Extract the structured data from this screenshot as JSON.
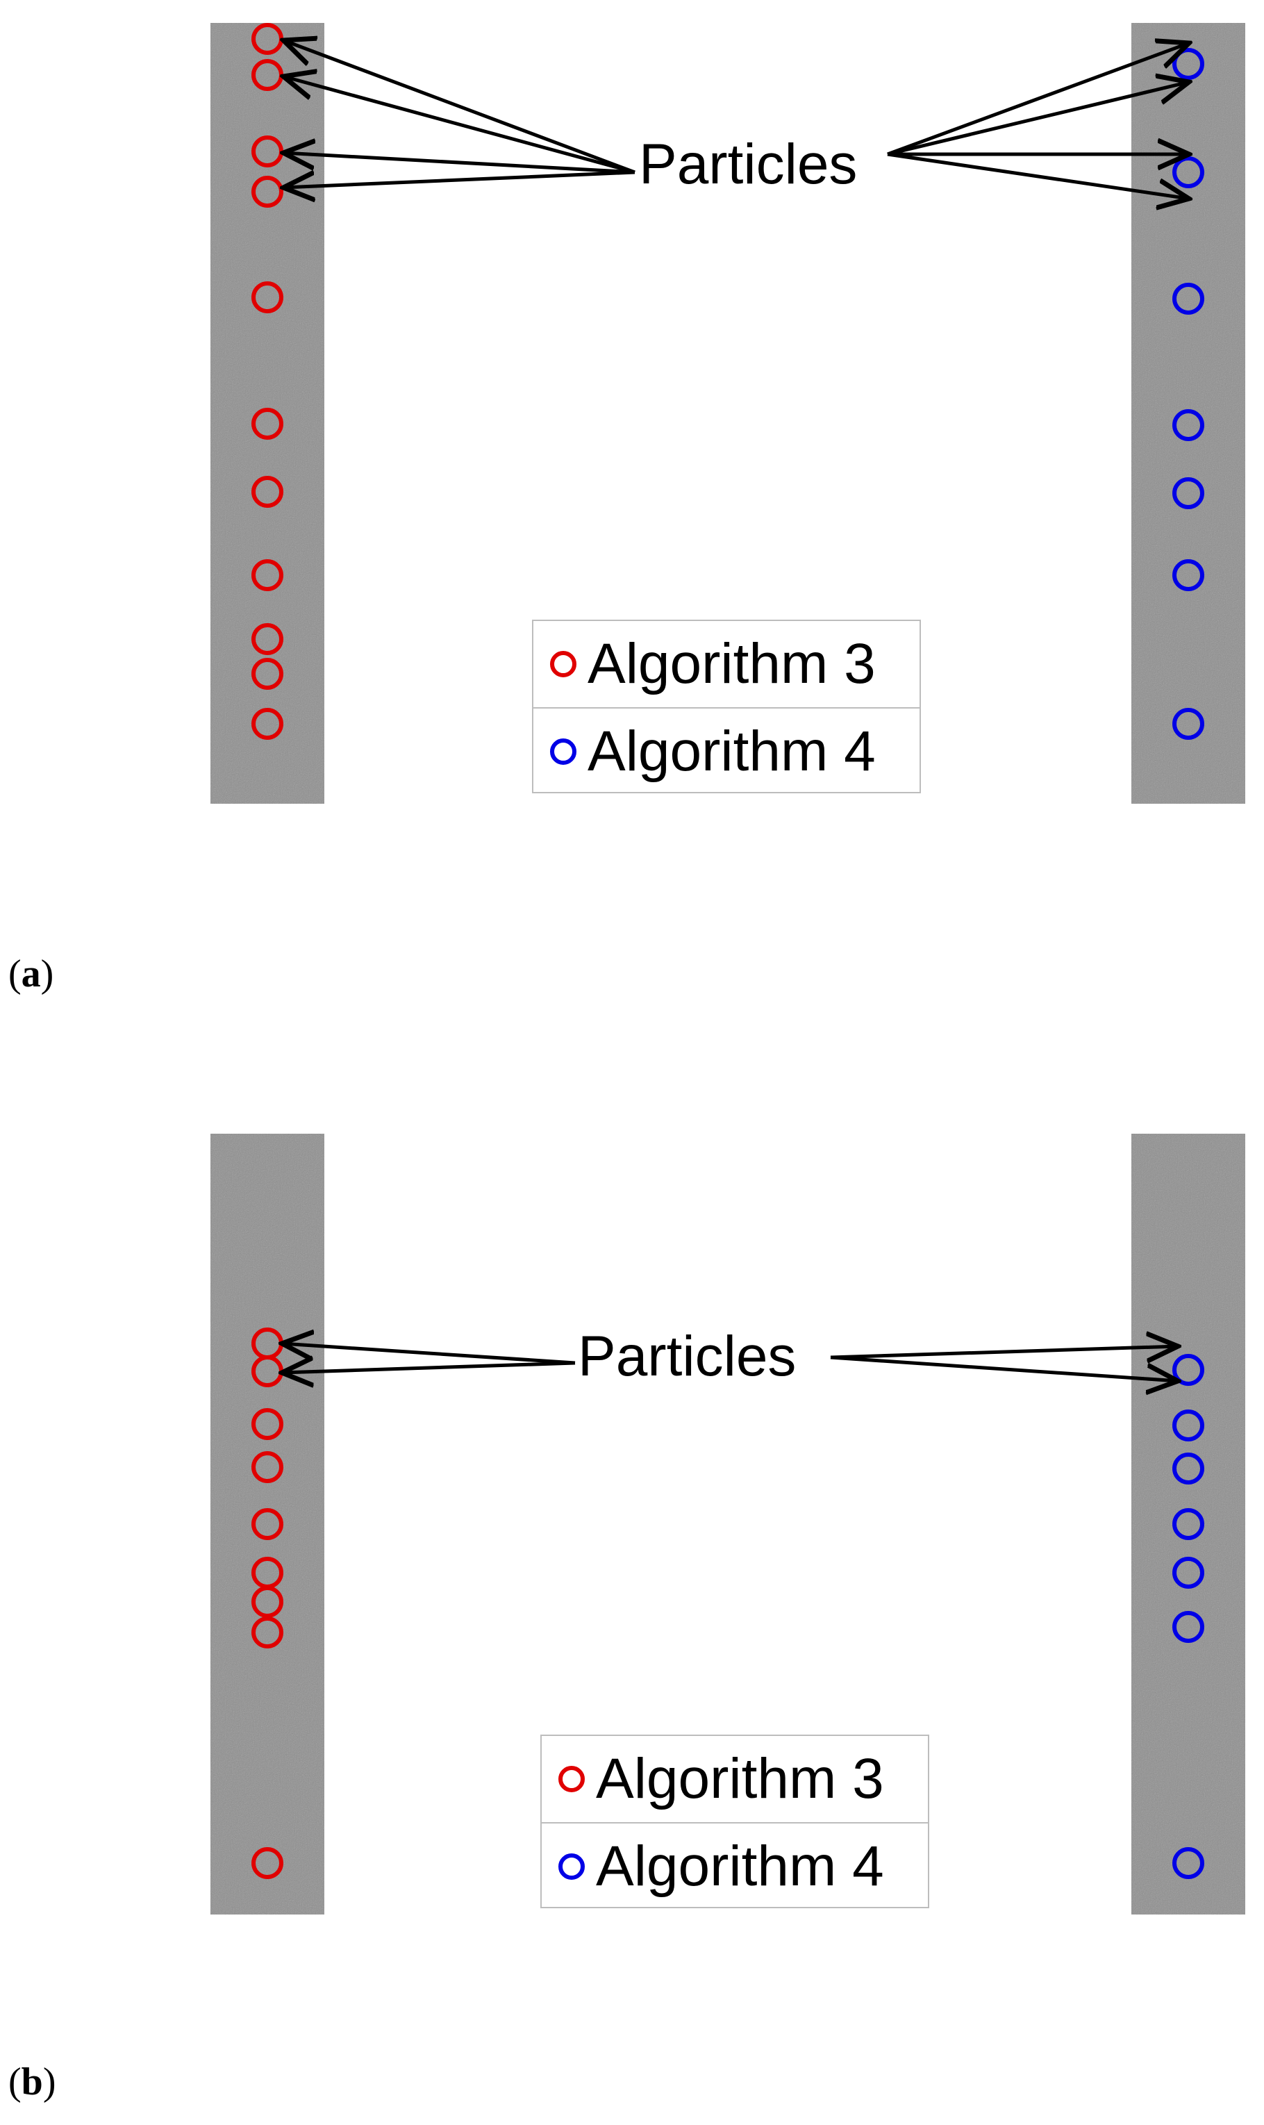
{
  "panels": [
    {
      "label": "a",
      "annotation": "Particles",
      "legend": [
        {
          "text": "Algorithm 3",
          "color": "#e00000"
        },
        {
          "text": "Algorithm 4",
          "color": "#0000e6"
        }
      ]
    },
    {
      "label": "b",
      "annotation": "Particles",
      "legend": [
        {
          "text": "Algorithm 3",
          "color": "#e00000"
        },
        {
          "text": "Algorithm 4",
          "color": "#0000e6"
        }
      ]
    }
  ],
  "colors": {
    "algorithm3": "#e00000",
    "algorithm4": "#0000e6",
    "micrograph_gray": "#8e8e8e"
  }
}
